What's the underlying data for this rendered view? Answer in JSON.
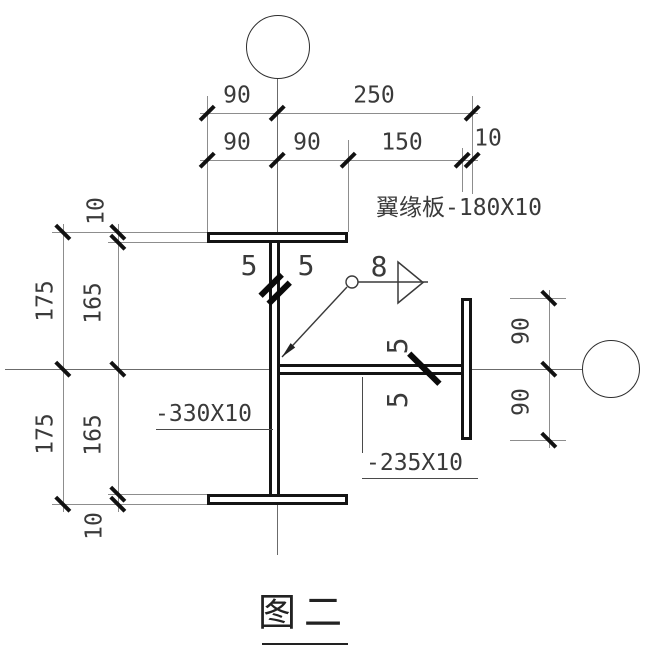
{
  "figure": {
    "title": "图二",
    "annotations": {
      "flange_plate": "翼缘板-180X10",
      "web_plate": "-330X10",
      "right_web_plate": "-235X10"
    },
    "weld": {
      "leader_size": "8",
      "web_left": "5",
      "web_right": "5",
      "plate_top": "5",
      "plate_bottom": "5"
    },
    "dims": {
      "top_row1": [
        "90",
        "250"
      ],
      "top_row2": [
        "90",
        "90",
        "150",
        "10"
      ],
      "left_outer": [
        "175",
        "175"
      ],
      "left_inner": [
        "10",
        "165",
        "165",
        "10"
      ],
      "right_side": [
        "90",
        "90"
      ]
    }
  }
}
